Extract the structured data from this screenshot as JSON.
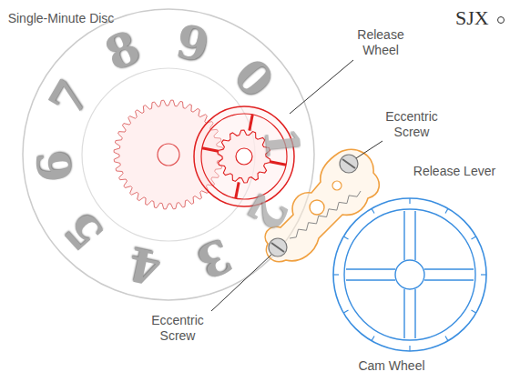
{
  "diagram": {
    "labels": [
      "Single-Minute Disc",
      "Release Wheel",
      "Eccentric Screw",
      "Release Lever",
      "Eccentric Screw",
      "Cam Wheel",
      "SJX",
      "0",
      "1",
      "2",
      "3",
      "4",
      "5",
      "6",
      "7",
      "8",
      "9"
    ]
  }
}
